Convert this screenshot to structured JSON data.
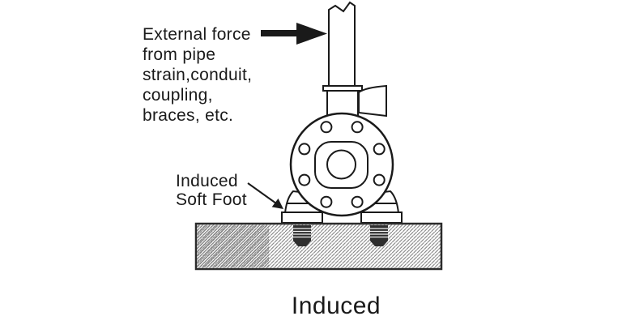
{
  "labels": {
    "external_force": {
      "lines": [
        "External force",
        "from pipe",
        "strain,conduit,",
        "coupling,",
        "braces, etc."
      ]
    },
    "soft_foot": {
      "lines": [
        "Induced",
        "Soft Foot"
      ]
    }
  },
  "caption": "Induced",
  "colors": {
    "ink": "#1a1a1a",
    "background": "#ffffff",
    "hatch_line": "#7a7a7a",
    "stud_fill": "#2e2e2e",
    "plate_edge": "#2b2b2b"
  }
}
